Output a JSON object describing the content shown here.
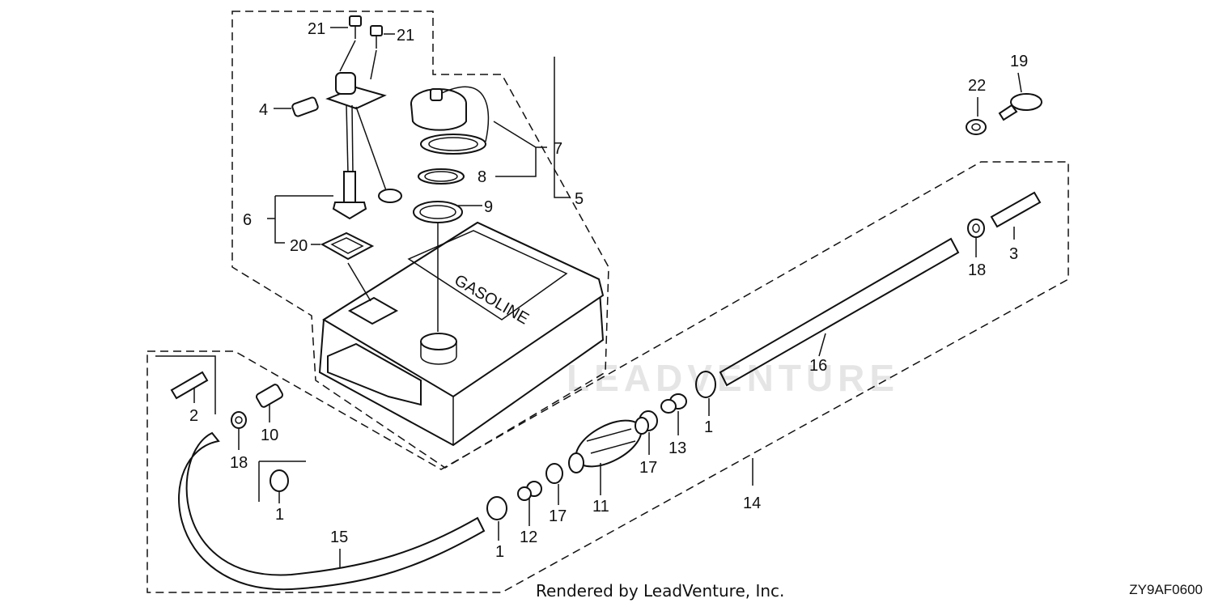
{
  "credit_text": "Rendered by LeadVenture, Inc.",
  "diagram_code": "ZY9AF0600",
  "watermark_text": "LEADVENTURE",
  "tank_label": "GASOLINE",
  "callouts": [
    {
      "id": "c21a",
      "text": "21"
    },
    {
      "id": "c21b",
      "text": "21"
    },
    {
      "id": "c4",
      "text": "4"
    },
    {
      "id": "c7",
      "text": "7"
    },
    {
      "id": "c8",
      "text": "8"
    },
    {
      "id": "c9",
      "text": "9"
    },
    {
      "id": "c5",
      "text": "5"
    },
    {
      "id": "c6",
      "text": "6"
    },
    {
      "id": "c20",
      "text": "20"
    },
    {
      "id": "c22",
      "text": "22"
    },
    {
      "id": "c19",
      "text": "19"
    },
    {
      "id": "c3",
      "text": "3"
    },
    {
      "id": "c18a",
      "text": "18"
    },
    {
      "id": "c16",
      "text": "16"
    },
    {
      "id": "c2",
      "text": "2"
    },
    {
      "id": "c10",
      "text": "10"
    },
    {
      "id": "c18b",
      "text": "18"
    },
    {
      "id": "c1a",
      "text": "1"
    },
    {
      "id": "c1b",
      "text": "1"
    },
    {
      "id": "c1c",
      "text": "1"
    },
    {
      "id": "c13",
      "text": "13"
    },
    {
      "id": "c17a",
      "text": "17"
    },
    {
      "id": "c17b",
      "text": "17"
    },
    {
      "id": "c11",
      "text": "11"
    },
    {
      "id": "c12",
      "text": "12"
    },
    {
      "id": "c14",
      "text": "14"
    },
    {
      "id": "c15",
      "text": "15"
    }
  ]
}
